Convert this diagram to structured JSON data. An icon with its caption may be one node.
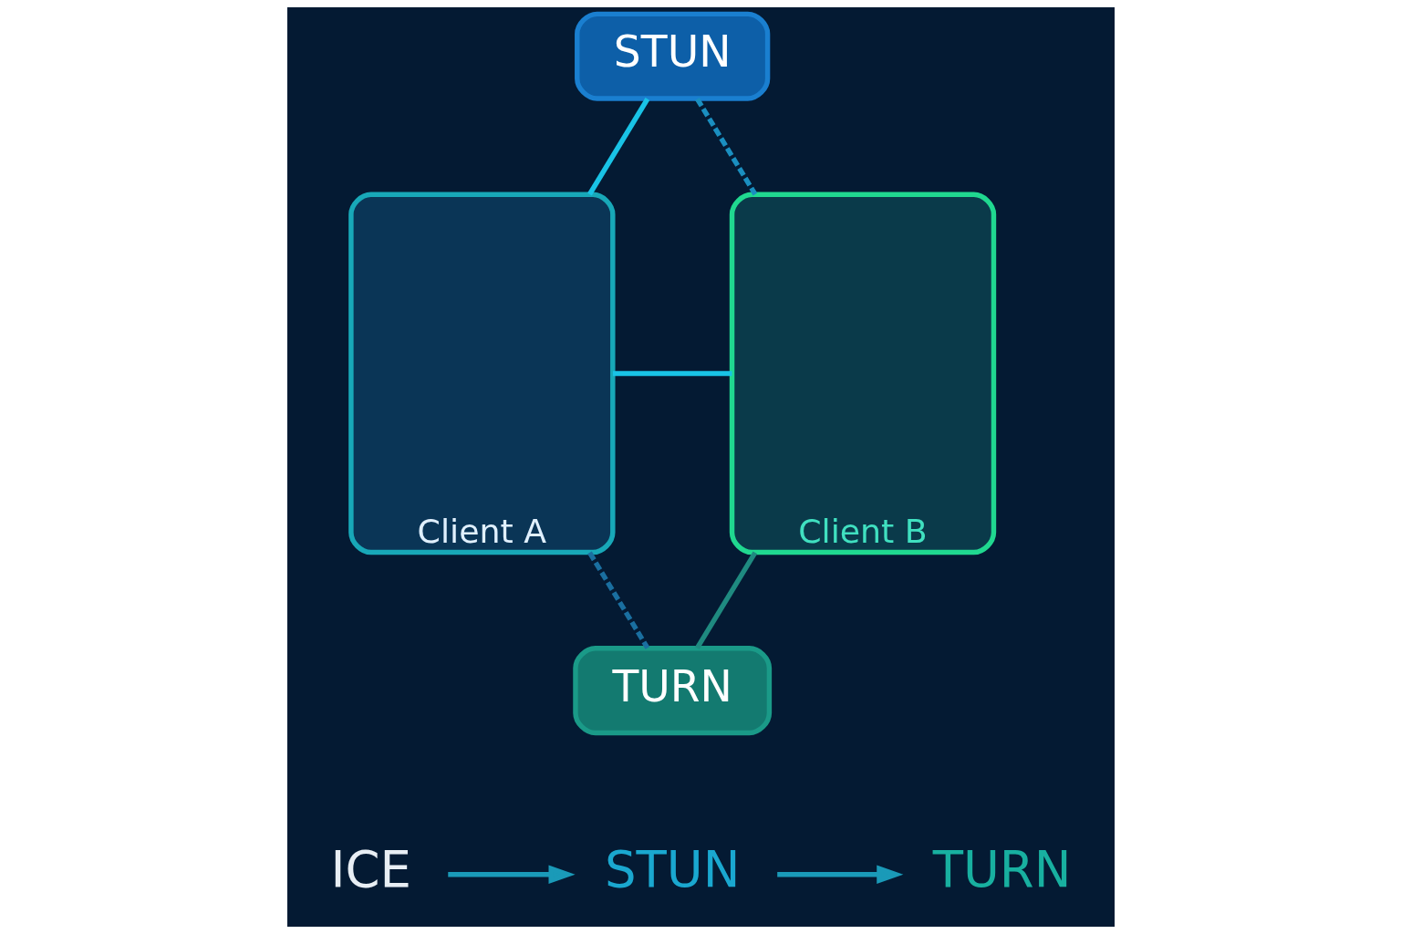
{
  "diagram": {
    "nodes": [
      {
        "text": [
          "STUN"
        ]
      },
      {
        "text": [
          "Client A"
        ]
      },
      {
        "text": [
          "Client B"
        ]
      },
      {
        "text": [
          "TURN"
        ]
      },
      {
        "text": [
          "ICE"
        ]
      },
      {
        "text": [
          "STUN"
        ]
      },
      {
        "text": [
          "TURN"
        ]
      }
    ],
    "edges": [
      {
        "from": 0,
        "to": 1,
        "arrow": "none"
      },
      {
        "from": 0,
        "to": 2,
        "arrow": "none",
        "style": "dashed",
        "color": "#1a8fc0"
      },
      {
        "from": 1,
        "to": 2,
        "arrow": "none"
      },
      {
        "from": 1,
        "to": 3,
        "arrow": "none",
        "style": "dashed",
        "color": "#1a6fa0"
      },
      {
        "from": 3,
        "to": 2,
        "arrow": "none",
        "color": "#1f8a80"
      },
      {
        "from": 4,
        "to": 5,
        "arrow": "to",
        "color": "#1a9ab8"
      },
      {
        "from": 5,
        "to": 6,
        "arrow": "to",
        "color": "#1a9ab8"
      }
    ]
  }
}
